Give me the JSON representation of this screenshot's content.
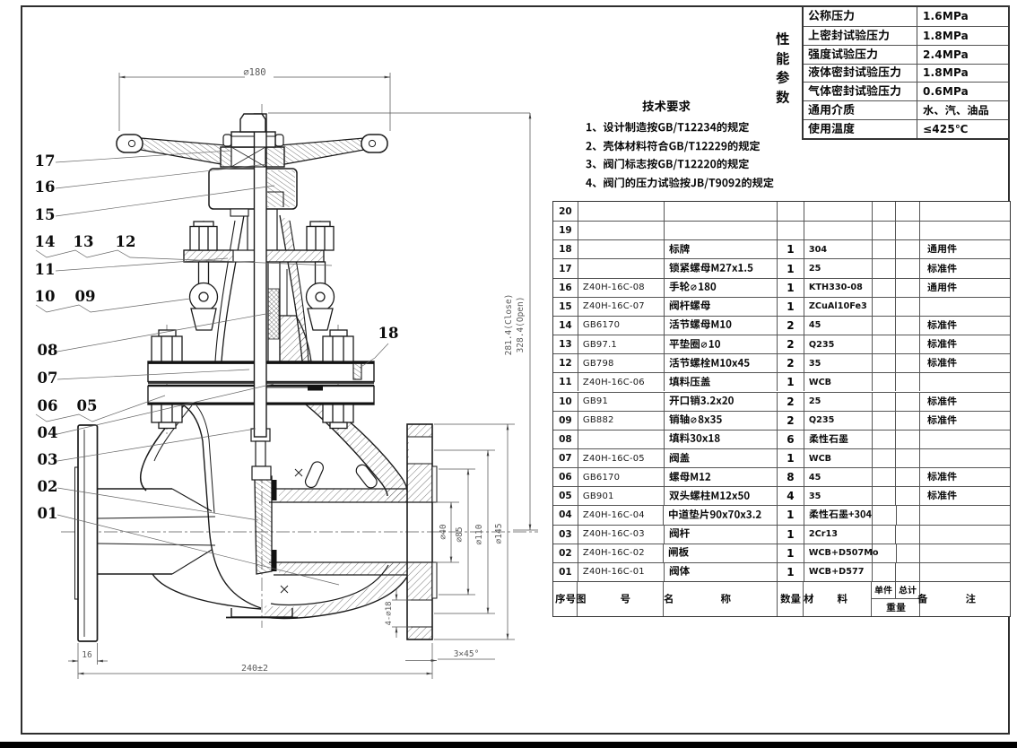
{
  "sheet": {
    "bottom_bar_color": "#000000",
    "line_color": "#3a3a3a",
    "background": "#ffffff"
  },
  "performance_table": {
    "side_label": "性能参数",
    "rows": [
      {
        "name": "公称压力",
        "value": "1.6MPa"
      },
      {
        "name": "上密封试验压力",
        "value": "1.8MPa"
      },
      {
        "name": "强度试验压力",
        "value": "2.4MPa"
      },
      {
        "name": "液体密封试验压力",
        "value": "1.8MPa"
      },
      {
        "name": "气体密封试验压力",
        "value": "0.6MPa"
      },
      {
        "name": "通用介质",
        "value": "水、汽、油品"
      },
      {
        "name": "使用温度",
        "value": "≤425℃"
      }
    ]
  },
  "technical_requirements": {
    "title": "技术要求",
    "items": [
      "1、设计制造按GB/T12234的规定",
      "2、壳体材料符合GB/T12229的规定",
      "3、阀门标志按GB/T12220的规定",
      "4、阀门的压力试验按JB/T9092的规定"
    ]
  },
  "bom_table": {
    "headers": {
      "seq": "序号",
      "code": "图号",
      "name": "名称",
      "qty": "数量",
      "material": "材料",
      "unit": "单件",
      "total": "总计",
      "weight": "重量",
      "remark": "备注"
    },
    "rows": [
      {
        "seq": "20",
        "code": "",
        "name": "",
        "qty": "",
        "material": "",
        "remark": ""
      },
      {
        "seq": "19",
        "code": "",
        "name": "",
        "qty": "",
        "material": "",
        "remark": ""
      },
      {
        "seq": "18",
        "code": "",
        "name": "标牌",
        "qty": "1",
        "material": "304",
        "remark": "通用件"
      },
      {
        "seq": "17",
        "code": "",
        "name": "锁紧螺母M27x1.5",
        "qty": "1",
        "material": "25",
        "remark": "标准件"
      },
      {
        "seq": "16",
        "code": "Z40H-16C-08",
        "name": "手轮∅180",
        "qty": "1",
        "material": "KTH330-08",
        "remark": "通用件"
      },
      {
        "seq": "15",
        "code": "Z40H-16C-07",
        "name": "阀杆螺母",
        "qty": "1",
        "material": "ZCuAl10Fe3",
        "remark": ""
      },
      {
        "seq": "14",
        "code": "GB6170",
        "name": "活节螺母M10",
        "qty": "2",
        "material": "45",
        "remark": "标准件"
      },
      {
        "seq": "13",
        "code": "GB97.1",
        "name": "平垫圈∅10",
        "qty": "2",
        "material": "Q235",
        "remark": "标准件"
      },
      {
        "seq": "12",
        "code": "GB798",
        "name": "活节螺栓M10x45",
        "qty": "2",
        "material": "35",
        "remark": "标准件"
      },
      {
        "seq": "11",
        "code": "Z40H-16C-06",
        "name": "填料压盖",
        "qty": "1",
        "material": "WCB",
        "remark": ""
      },
      {
        "seq": "10",
        "code": "GB91",
        "name": "开口销3.2x20",
        "qty": "2",
        "material": "25",
        "remark": "标准件"
      },
      {
        "seq": "09",
        "code": "GB882",
        "name": "销轴∅8x35",
        "qty": "2",
        "material": "Q235",
        "remark": "标准件"
      },
      {
        "seq": "08",
        "code": "",
        "name": "填料30x18",
        "qty": "6",
        "material": "柔性石墨",
        "remark": ""
      },
      {
        "seq": "07",
        "code": "Z40H-16C-05",
        "name": "阀盖",
        "qty": "1",
        "material": "WCB",
        "remark": ""
      },
      {
        "seq": "06",
        "code": "GB6170",
        "name": "螺母M12",
        "qty": "8",
        "material": "45",
        "remark": "标准件"
      },
      {
        "seq": "05",
        "code": "GB901",
        "name": "双头螺柱M12x50",
        "qty": "4",
        "material": "35",
        "remark": "标准件"
      },
      {
        "seq": "04",
        "code": "Z40H-16C-04",
        "name": "中道垫片90x70x3.2",
        "qty": "1",
        "material": "柔性石墨+304",
        "remark": ""
      },
      {
        "seq": "03",
        "code": "Z40H-16C-03",
        "name": "阀杆",
        "qty": "1",
        "material": "2Cr13",
        "remark": ""
      },
      {
        "seq": "02",
        "code": "Z40H-16C-02",
        "name": "闸板",
        "qty": "1",
        "material": "WCB+D507Mo",
        "remark": ""
      },
      {
        "seq": "01",
        "code": "Z40H-16C-01",
        "name": "阀体",
        "qty": "1",
        "material": "WCB+D577",
        "remark": ""
      }
    ]
  },
  "drawing": {
    "dimensions": {
      "handwheel_diameter": "∅180",
      "height_closed": "281.4(Close)",
      "height_open": "328.4(Open)",
      "bore_diameter": "∅40",
      "raised_face_diameter": "∅85",
      "bolt_circle_diameter": "∅110",
      "flange_od": "∅145",
      "bolt_holes": "4-∅18",
      "flange_thickness": "16",
      "face_to_face": "240±2",
      "chamfer": "3×45°"
    },
    "balloons": [
      "17",
      "16",
      "15",
      "14",
      "13",
      "12",
      "11",
      "10",
      "09",
      "08",
      "07",
      "06",
      "05",
      "04",
      "03",
      "02",
      "01",
      "18"
    ]
  }
}
